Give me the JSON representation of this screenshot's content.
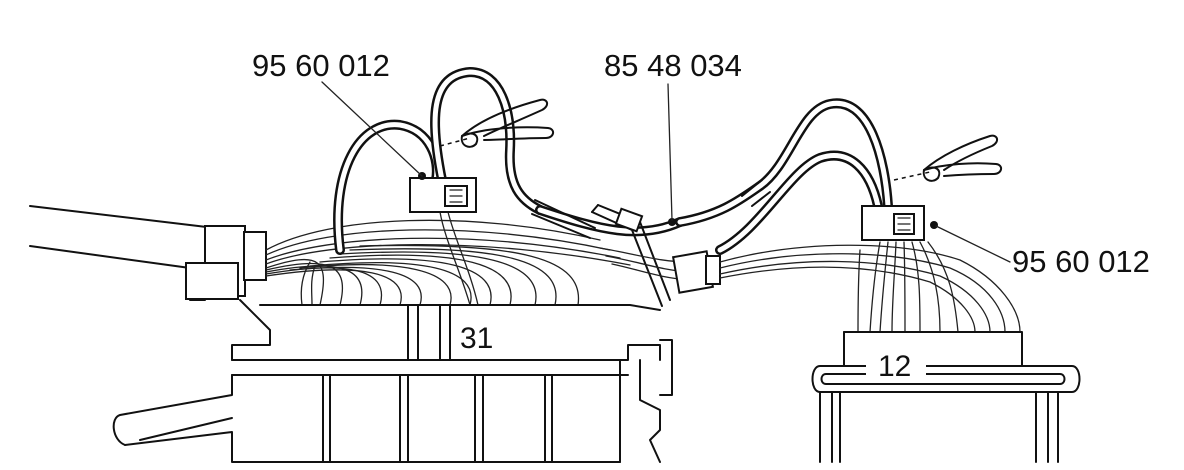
{
  "labels": {
    "top_left_part": "95 60 012",
    "top_center_part": "85 48 034",
    "right_part": "95 60 012",
    "left_connector_number": "31",
    "right_connector_number": "12"
  }
}
